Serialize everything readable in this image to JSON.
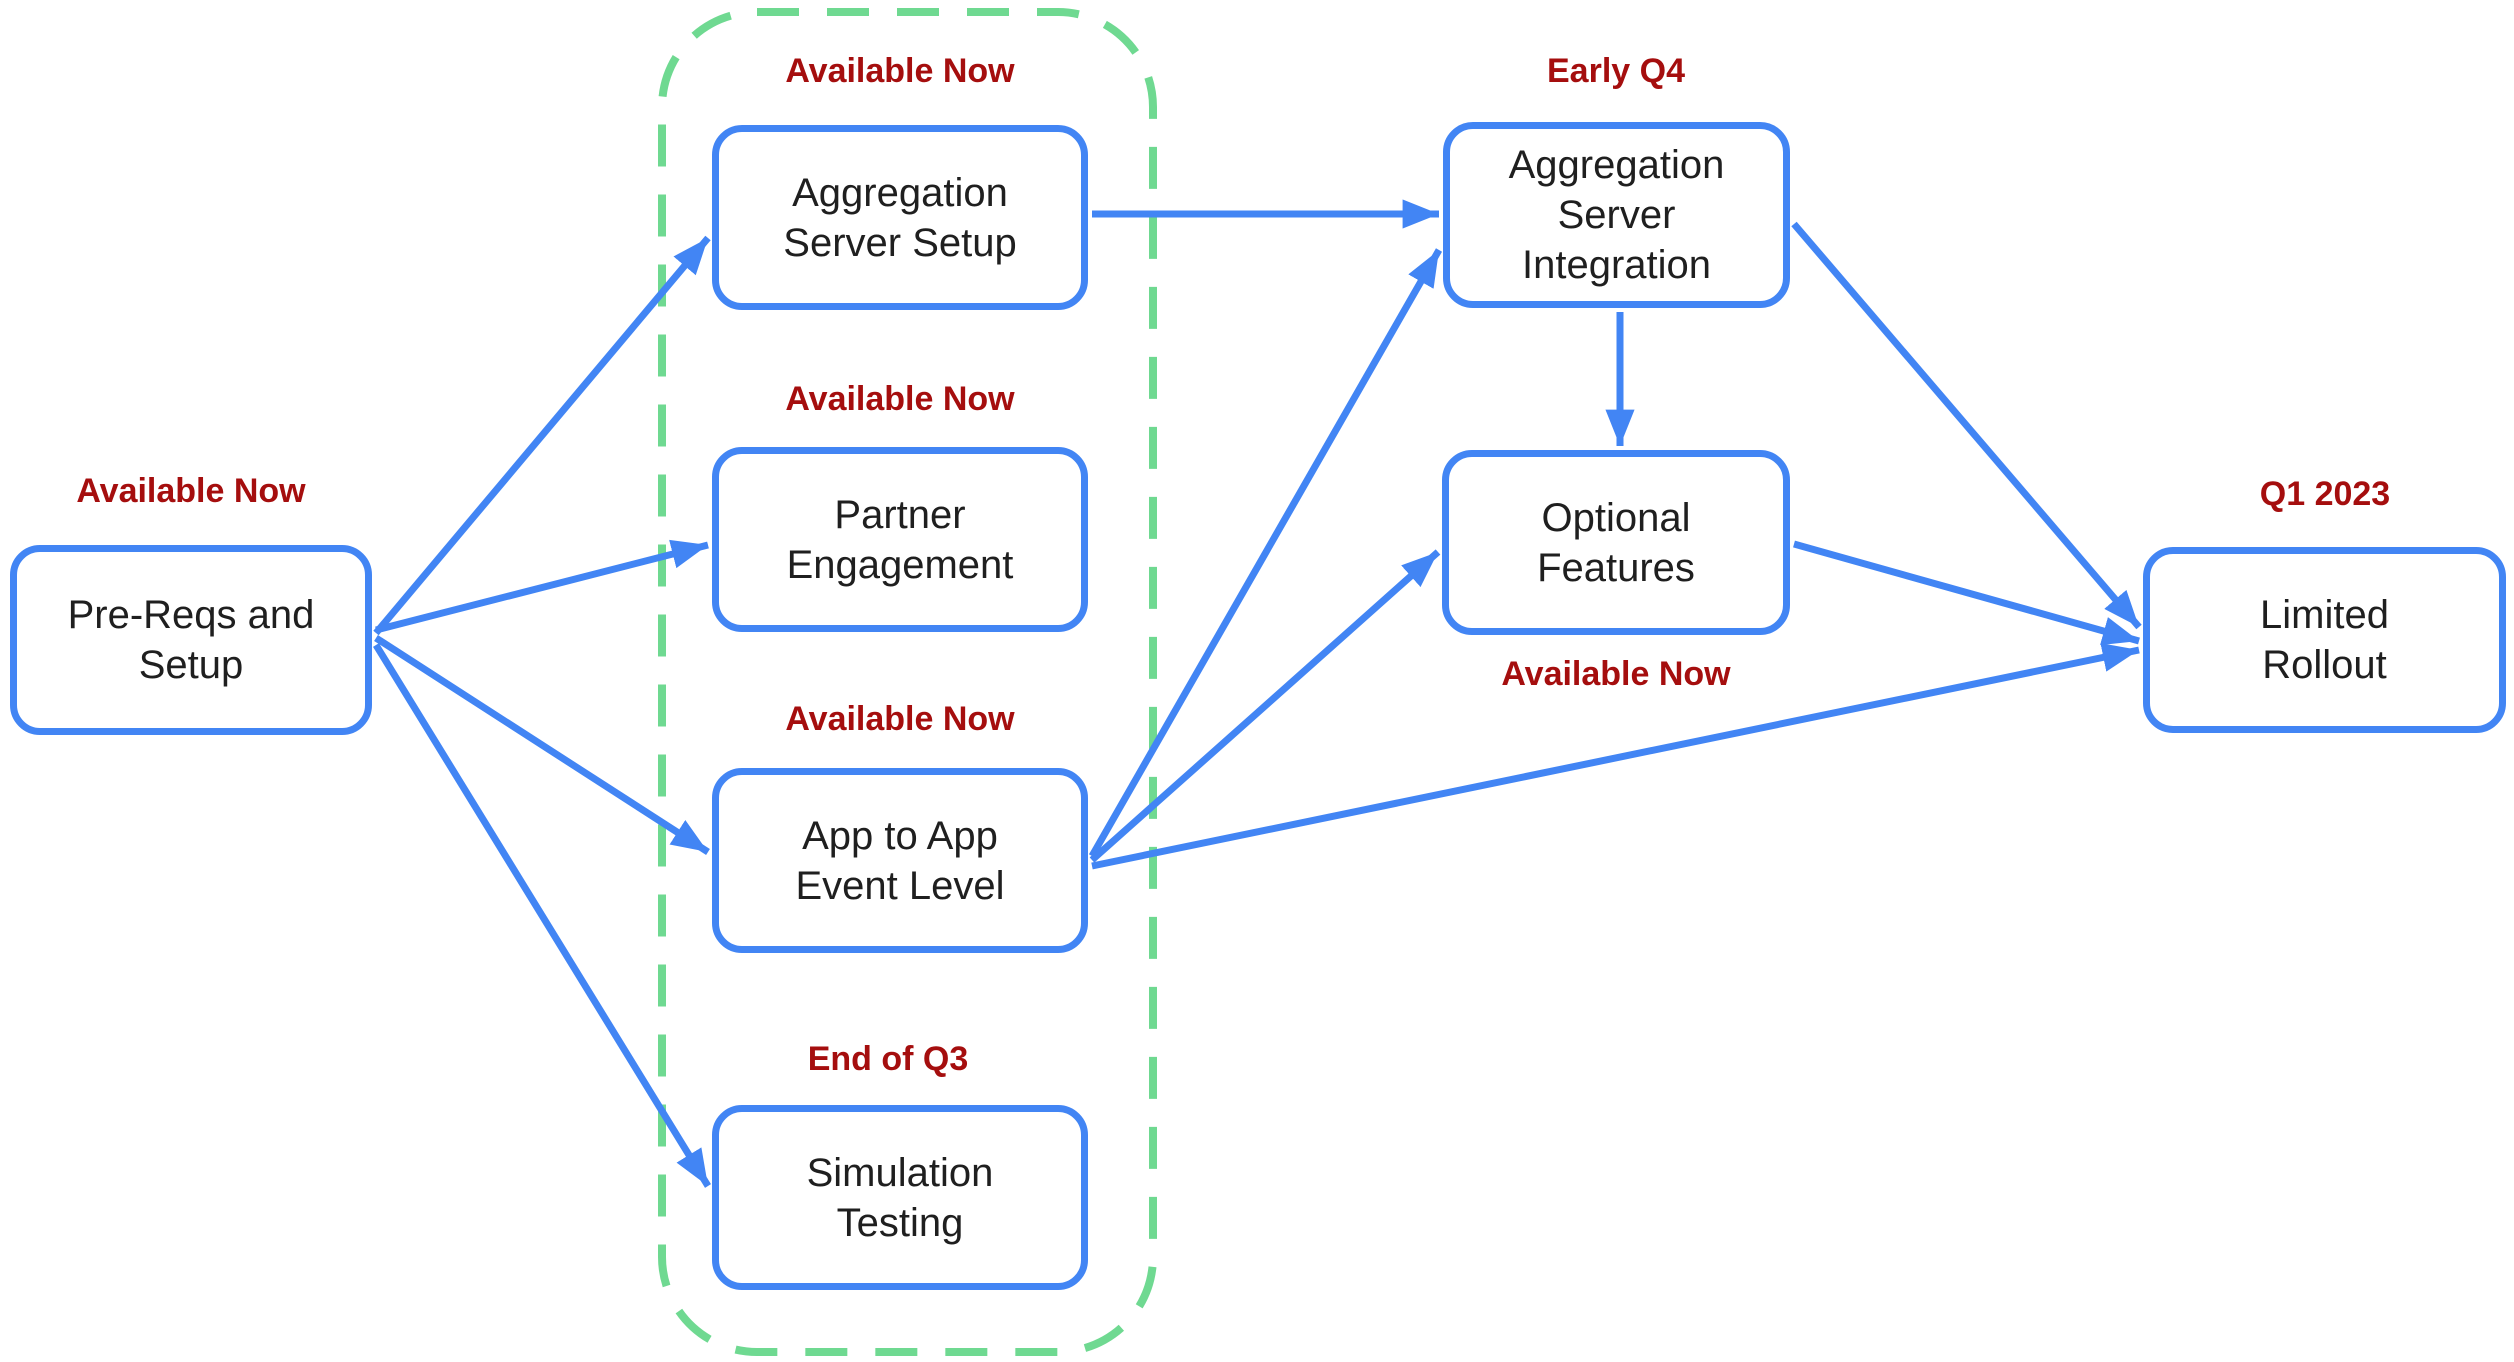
{
  "diagram": {
    "title": "",
    "type": "flowchart-roadmap",
    "colors": {
      "node_border": "#4285F4",
      "arrow": "#4285F4",
      "status_text": "#A50E0E",
      "group_border": "#6FD991",
      "node_text": "#1F1F1F",
      "background": "#FFFFFF"
    },
    "nodes": {
      "pre_reqs": {
        "label": "Pre-Reqs and Setup",
        "status": "Available Now"
      },
      "agg_server_setup": {
        "label": "Aggregation Server Setup",
        "status": "Available Now"
      },
      "partner_engagement": {
        "label": "Partner Engagement",
        "status": "Available Now"
      },
      "app_to_app": {
        "label": "App to App Event Level",
        "status": "Available Now"
      },
      "simulation_testing": {
        "label": "Simulation Testing",
        "status": "End of Q3"
      },
      "agg_server_integration": {
        "label": "Aggregation Server Integration",
        "status": "Early Q4"
      },
      "optional_features": {
        "label": "Optional Features",
        "status": "Available Now"
      },
      "limited_rollout": {
        "label": "Limited Rollout",
        "status": "Q1 2023"
      }
    },
    "group": {
      "style": "green-dashed-rounded",
      "members": [
        "agg_server_setup",
        "partner_engagement",
        "app_to_app",
        "simulation_testing"
      ]
    },
    "edges": [
      {
        "from": "pre_reqs",
        "to": "agg_server_setup"
      },
      {
        "from": "pre_reqs",
        "to": "partner_engagement"
      },
      {
        "from": "pre_reqs",
        "to": "app_to_app"
      },
      {
        "from": "pre_reqs",
        "to": "simulation_testing"
      },
      {
        "from": "agg_server_setup",
        "to": "agg_server_integration"
      },
      {
        "from": "app_to_app",
        "to": "agg_server_integration"
      },
      {
        "from": "app_to_app",
        "to": "optional_features"
      },
      {
        "from": "app_to_app",
        "to": "limited_rollout"
      },
      {
        "from": "agg_server_integration",
        "to": "optional_features"
      },
      {
        "from": "agg_server_integration",
        "to": "limited_rollout"
      },
      {
        "from": "optional_features",
        "to": "limited_rollout"
      }
    ]
  }
}
